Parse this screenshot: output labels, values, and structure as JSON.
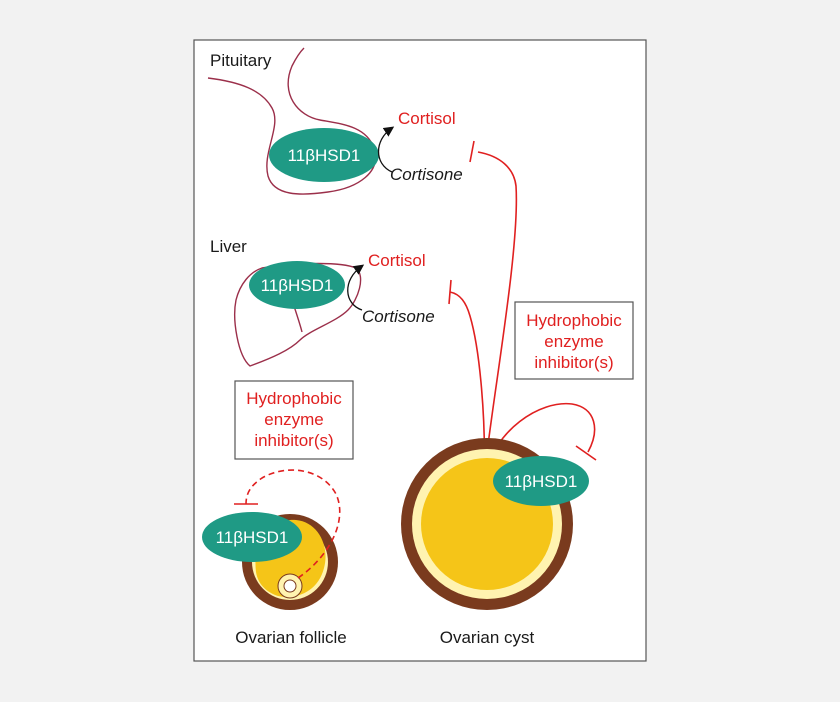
{
  "colors": {
    "panel_bg": "#ffffff",
    "inhibitor_red": "#e02020",
    "tissue_outline": "#9b2f4a",
    "enzyme_fill": "#1f9a85",
    "cyst_fluid": "#f5c518",
    "theca_brown": "#7a3b1e",
    "granulosa_cream": "#fff3b0"
  },
  "icons": {
    "pituitary": "pituitary-outline-icon",
    "liver": "liver-outline-icon",
    "follicle": "ovarian-follicle-icon",
    "cyst": "ovarian-cyst-icon"
  },
  "pituitary": {
    "label": "Pituitary",
    "enzyme": "11βHSD1",
    "product": "Cortisol",
    "substrate": "Cortisone"
  },
  "liver": {
    "label": "Liver",
    "enzyme": "11βHSD1",
    "product": "Cortisol",
    "substrate": "Cortisone"
  },
  "inhibitor_box_right": {
    "line1": "Hydrophobic",
    "line2": "enzyme",
    "line3": "inhibitor(s)"
  },
  "inhibitor_box_left": {
    "line1": "Hydrophobic",
    "line2": "enzyme",
    "line3": "inhibitor(s)"
  },
  "follicle": {
    "label": "Ovarian follicle",
    "enzyme": "11βHSD1"
  },
  "cyst": {
    "label": "Ovarian cyst",
    "enzyme": "11βHSD1"
  }
}
